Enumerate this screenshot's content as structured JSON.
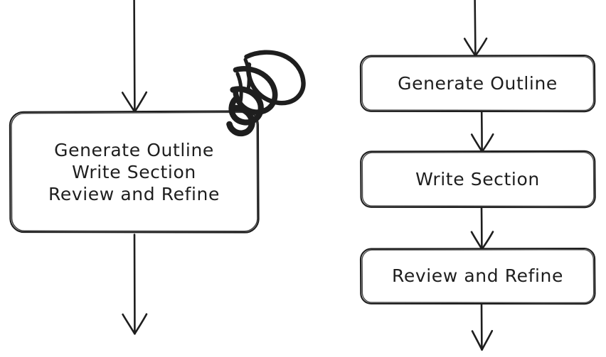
{
  "diagram": {
    "background_color": "#ffffff",
    "stroke_color": "#1e1e1e",
    "font_color": "#1e1e1e",
    "style": "hand-drawn sketch (excalidraw-like)",
    "panels": [
      {
        "id": "merged-panel",
        "name": "merged-single-node-diagram",
        "annotation": {
          "name": "scribble-strikeout",
          "type": "scribble-icon",
          "color": "#1e1e1e",
          "description": "thick hand-drawn zigzag scribble over top-right corner of node"
        },
        "incoming_arrow": {
          "name": "arrow-into-merged-node",
          "label": ""
        },
        "outgoing_arrow": {
          "name": "arrow-out-of-merged-node",
          "label": ""
        },
        "nodes": [
          {
            "name": "merged-node",
            "shape": "rounded-rectangle",
            "lines": [
              "Generate Outline",
              "Write Section",
              "Review and Refine"
            ]
          }
        ]
      },
      {
        "id": "sequence-panel",
        "name": "three-step-sequence-diagram",
        "incoming_arrow": {
          "name": "arrow-into-generate-outline",
          "label": ""
        },
        "outgoing_arrow": {
          "name": "arrow-out-of-review-and-refine",
          "label": ""
        },
        "connectors": [
          {
            "name": "arrow-generate-outline-to-write-section",
            "label": ""
          },
          {
            "name": "arrow-write-section-to-review-and-refine",
            "label": ""
          }
        ],
        "nodes": [
          {
            "name": "node-generate-outline",
            "shape": "rounded-rectangle",
            "lines": [
              "Generate Outline"
            ]
          },
          {
            "name": "node-write-section",
            "shape": "rounded-rectangle",
            "lines": [
              "Write Section"
            ]
          },
          {
            "name": "node-review-and-refine",
            "shape": "rounded-rectangle",
            "lines": [
              "Review and Refine"
            ]
          }
        ]
      }
    ]
  }
}
